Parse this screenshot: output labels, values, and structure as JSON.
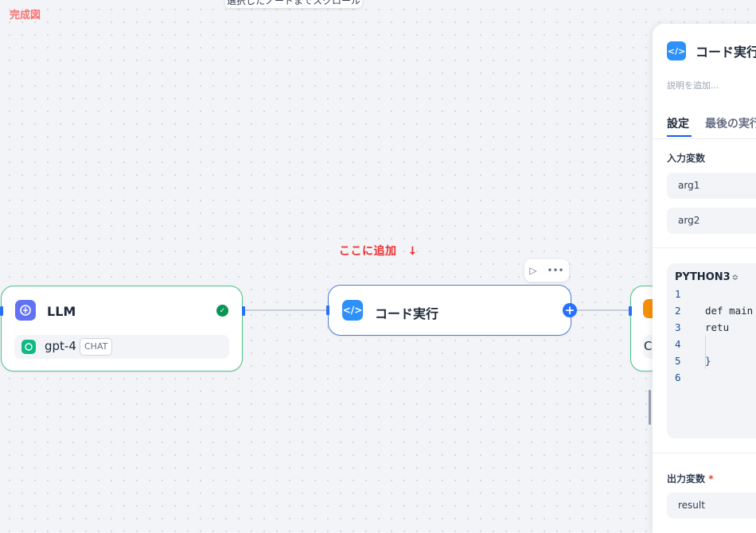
{
  "corner_label": "完成図",
  "tooltip_text": "選択したノードまでスクロール",
  "annotation": {
    "text": "ここに追加",
    "arrow": "↓"
  },
  "nodes": {
    "llm": {
      "title": "LLM",
      "model": "gpt-4",
      "badge": "CHAT",
      "status": "success"
    },
    "code": {
      "title": "コード実行",
      "toolbar_run": "▷",
      "toolbar_more": "•••",
      "add": "+"
    },
    "next": {
      "chip_text": "C"
    }
  },
  "panel": {
    "title": "コード実行",
    "description_placeholder": "説明を追加...",
    "tabs": [
      "設定",
      "最後の実行"
    ],
    "input_section": "入力変数",
    "inputs": [
      "arg1",
      "arg2"
    ],
    "language": "PYTHON3",
    "language_toggle": "≎",
    "code_lines": [
      {
        "n": "1",
        "text": ""
      },
      {
        "n": "2",
        "text": "def main"
      },
      {
        "n": "3",
        "text": "    retu"
      },
      {
        "n": "4",
        "text": ""
      },
      {
        "n": "5",
        "text": "    }"
      },
      {
        "n": "6",
        "text": ""
      }
    ],
    "output_section": "出力変数",
    "required_mark": "*",
    "outputs": [
      "result"
    ]
  },
  "colors": {
    "accent": "#2970ff",
    "success": "#079455",
    "llm_icon": "#6172f3",
    "code_icon": "#2e90fa",
    "annotation": "#ef2d2d"
  }
}
